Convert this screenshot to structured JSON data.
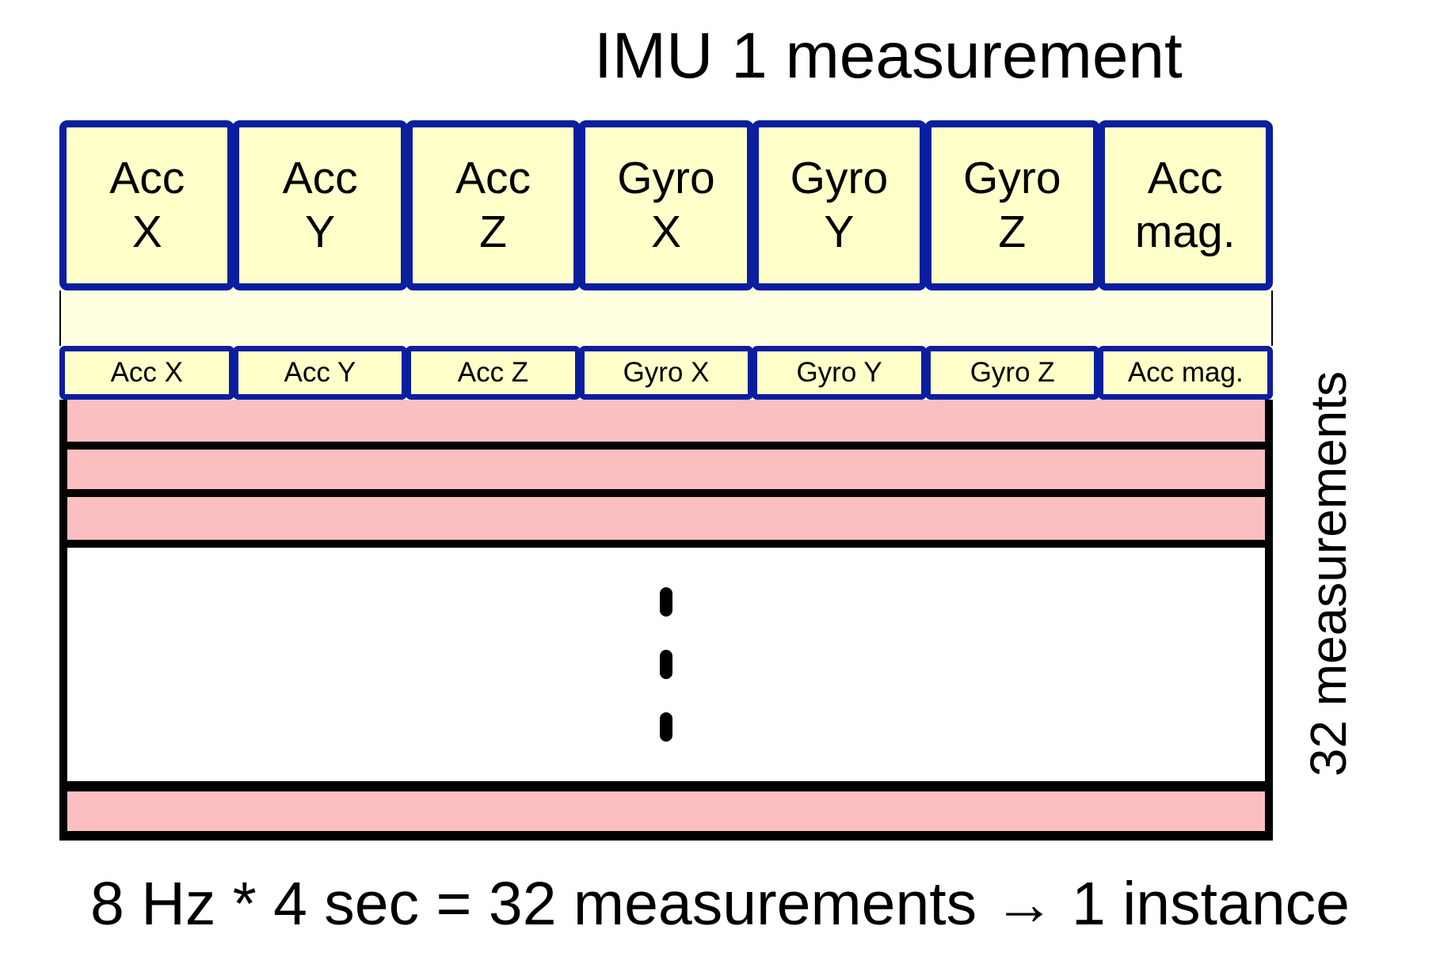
{
  "title": "IMU 1 measurement",
  "big_row": [
    {
      "l1": "Acc",
      "l2": "X"
    },
    {
      "l1": "Acc",
      "l2": "Y"
    },
    {
      "l1": "Acc",
      "l2": "Z"
    },
    {
      "l1": "Gyro",
      "l2": "X"
    },
    {
      "l1": "Gyro",
      "l2": "Y"
    },
    {
      "l1": "Gyro",
      "l2": "Z"
    },
    {
      "l1": "Acc",
      "l2": "mag."
    }
  ],
  "small_row": [
    "Acc X",
    "Acc Y",
    "Acc Z",
    "Gyro X",
    "Gyro Y",
    "Gyro Z",
    "Acc mag."
  ],
  "side_label": "32 measurements",
  "caption": "8 Hz * 4 sec = 32 measurements → 1 instance",
  "colors": {
    "box_fill": "#FFFFC9",
    "strip_fill": "#FFFFE2",
    "row_fill": "#FCBFC1",
    "border_blue": "#0A1EA0",
    "border_black": "#000000"
  }
}
